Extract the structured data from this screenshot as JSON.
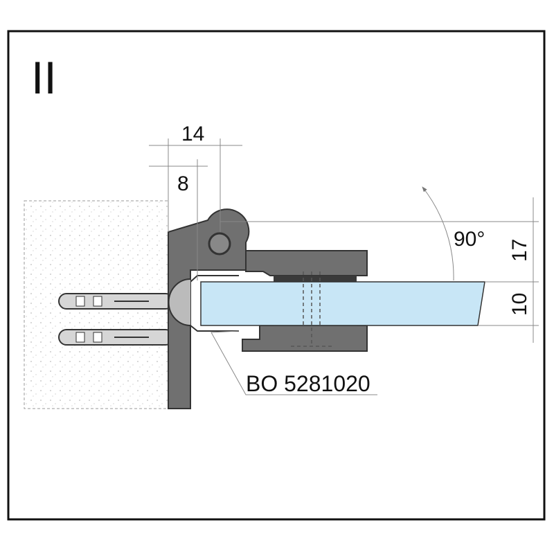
{
  "view_label": "II",
  "dimensions": {
    "width_total": "14",
    "width_inner": "8",
    "angle": "90°",
    "height_upper": "17",
    "glass_thickness": "10"
  },
  "part_number": "BO 5281020",
  "colors": {
    "frame": "#111111",
    "metal": "#707070",
    "metal_dark": "#3a3a3a",
    "glass": "#c8e6f6",
    "wall_dots": "#bbbbbb"
  }
}
